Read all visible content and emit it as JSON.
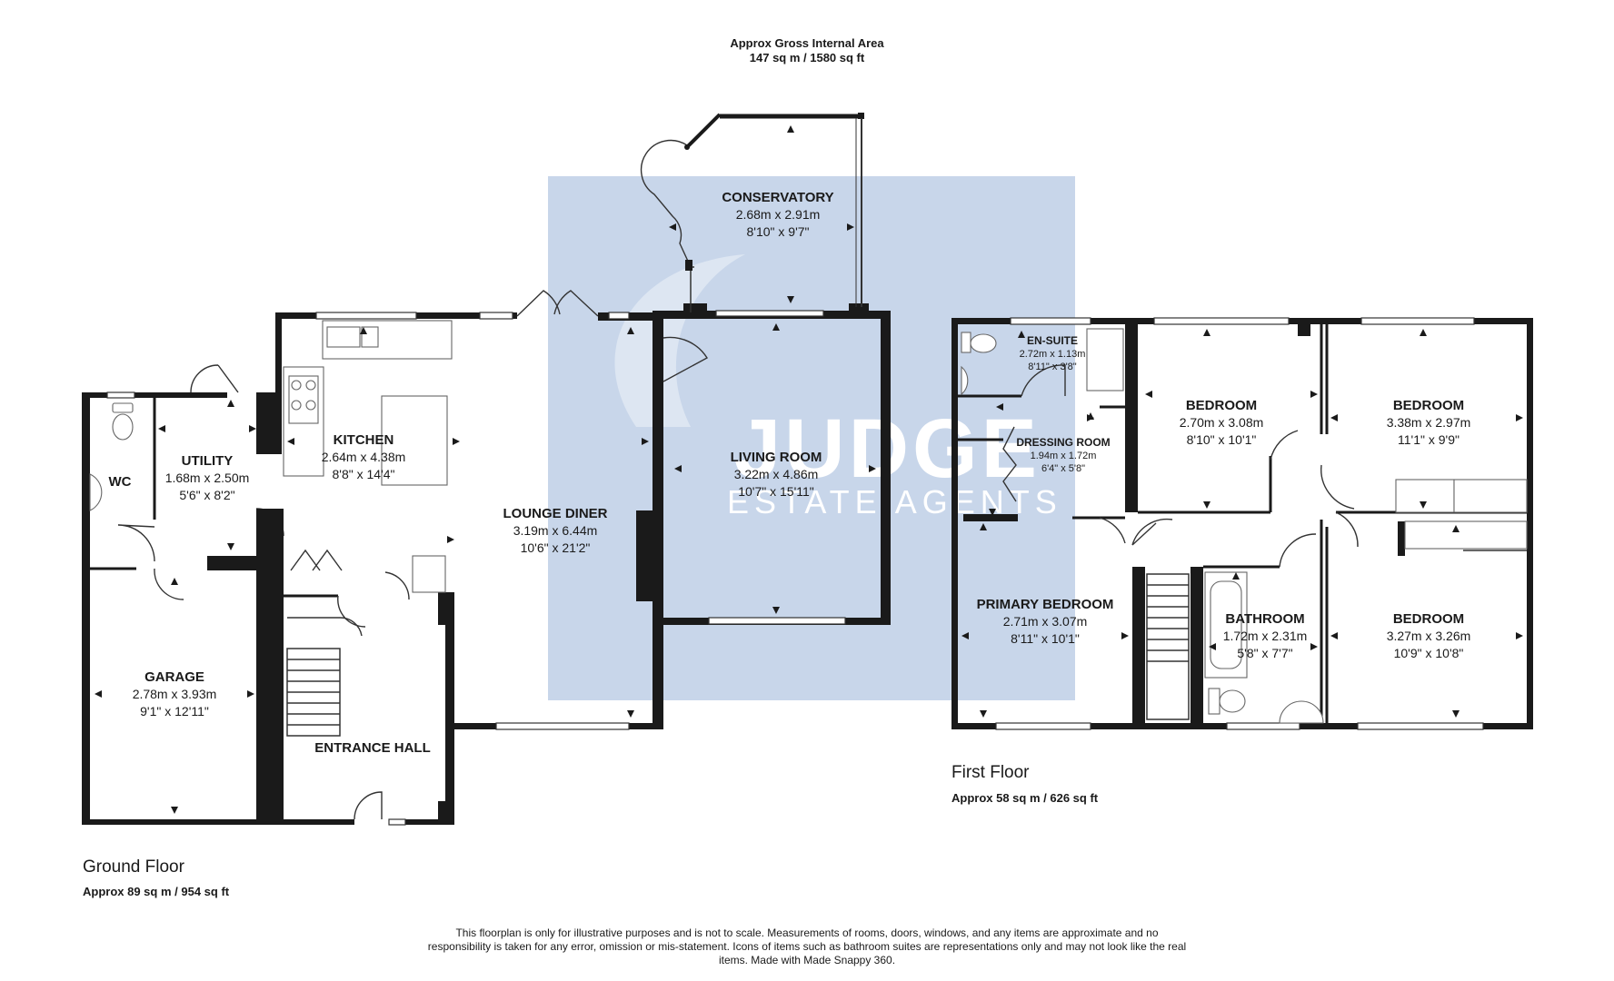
{
  "header": {
    "line1": "Approx Gross Internal Area",
    "line2": "147 sq m / 1580 sq ft"
  },
  "watermark": {
    "brand": "JUDGE",
    "sub": "ESTATE AGENTS"
  },
  "ground_floor": {
    "label": "Ground Floor",
    "area": "Approx 89 sq m / 954 sq ft",
    "rooms": {
      "conservatory": {
        "name": "CONSERVATORY",
        "metric": "2.68m x 2.91m",
        "imperial": "8'10\" x 9'7\""
      },
      "kitchen": {
        "name": "KITCHEN",
        "metric": "2.64m x 4.38m",
        "imperial": "8'8\" x 14'4\""
      },
      "utility": {
        "name": "UTILITY",
        "metric": "1.68m x 2.50m",
        "imperial": "5'6\" x 8'2\""
      },
      "wc": {
        "name": "WC"
      },
      "lounge_diner": {
        "name": "LOUNGE DINER",
        "metric": "3.19m x 6.44m",
        "imperial": "10'6\" x 21'2\""
      },
      "living_room": {
        "name": "LIVING ROOM",
        "metric": "3.22m x 4.86m",
        "imperial": "10'7\" x 15'11\""
      },
      "garage": {
        "name": "GARAGE",
        "metric": "2.78m x 3.93m",
        "imperial": "9'1\" x 12'11\""
      },
      "entrance_hall": {
        "name": "ENTRANCE HALL"
      }
    }
  },
  "first_floor": {
    "label": "First Floor",
    "area": "Approx 58 sq m / 626 sq ft",
    "rooms": {
      "en_suite": {
        "name": "EN-SUITE",
        "metric": "2.72m x 1.13m",
        "imperial": "8'11\" x 3'8\""
      },
      "dressing_room": {
        "name": "DRESSING ROOM",
        "metric": "1.94m x 1.72m",
        "imperial": "6'4\" x 5'8\""
      },
      "bedroom_a": {
        "name": "BEDROOM",
        "metric": "2.70m x 3.08m",
        "imperial": "8'10\" x 10'1\""
      },
      "bedroom_b": {
        "name": "BEDROOM",
        "metric": "3.38m x 2.97m",
        "imperial": "11'1\" x 9'9\""
      },
      "primary_bedroom": {
        "name": "PRIMARY BEDROOM",
        "metric": "2.71m x 3.07m",
        "imperial": "8'11\" x 10'1\""
      },
      "bathroom": {
        "name": "BATHROOM",
        "metric": "1.72m x 2.31m",
        "imperial": "5'8\" x 7'7\""
      },
      "bedroom_c": {
        "name": "BEDROOM",
        "metric": "3.27m x 3.26m",
        "imperial": "10'9\" x 10'8\""
      }
    }
  },
  "disclaimer": "This floorplan is only for illustrative purposes and is not to scale. Measurements of rooms, doors, windows, and any items are approximate and no responsibility is taken for any error, omission or mis-statement. Icons of items such as bathroom suites are representations only and may not look like the real items. Made with Made Snappy 360.",
  "colors": {
    "walls": "#1a1a1a",
    "watermark": "#c8d6ea"
  }
}
